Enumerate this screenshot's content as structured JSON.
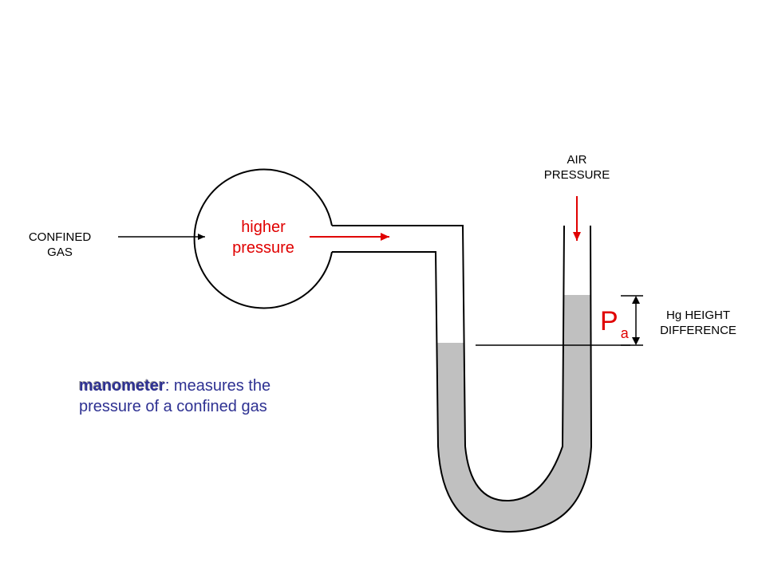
{
  "labels": {
    "confined_gas_line1": "CONFINED",
    "confined_gas_line2": "GAS",
    "higher_pressure_line1": "higher",
    "higher_pressure_line2": "pressure",
    "air_pressure_line1": "AIR",
    "air_pressure_line2": "PRESSURE",
    "hg_height_line1": "Hg HEIGHT",
    "hg_height_line2": "DIFFERENCE",
    "pa_main": "P",
    "pa_sub": "a"
  },
  "caption": {
    "term": "manometer",
    "colon": ":",
    "line1_rest": " measures the",
    "line2": "pressure of a confined gas"
  },
  "colors": {
    "accent_red": "#e00000",
    "mercury_gray": "#c0c0c0",
    "caption_blue": "#2e3192",
    "term_shadow": "#9a9a9a",
    "outline": "#000000"
  }
}
